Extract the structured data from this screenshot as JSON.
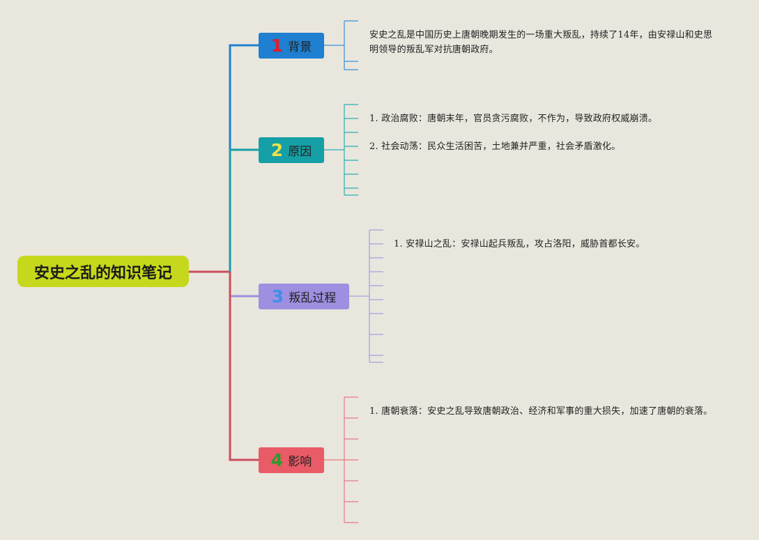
{
  "root": {
    "title": "安史之乱的知识笔记"
  },
  "branches": [
    {
      "num": "1",
      "label": "背景",
      "notes": [
        "安史之乱是中国历史上唐朝晚期发生的一场重大叛乱，持续了14年，由安禄山和史思明领导的叛乱军对抗唐朝政府。"
      ]
    },
    {
      "num": "2",
      "label": "原因",
      "notes": [
        "1. 政治腐败：唐朝末年，官员贪污腐败，不作为，导致政府权威崩溃。",
        "2. 社会动荡：民众生活困苦，土地兼并严重，社会矛盾激化。"
      ]
    },
    {
      "num": "3",
      "label": "叛乱过程",
      "notes": [
        "1. 安禄山之乱：安禄山起兵叛乱，攻占洛阳，威胁首都长安。"
      ]
    },
    {
      "num": "4",
      "label": "影响",
      "notes": [
        "1. 唐朝衰落：安史之乱导致唐朝政治、经济和军事的重大损失，加速了唐朝的衰落。"
      ]
    }
  ],
  "colors": {
    "background": "#e9e6dd",
    "root": "#c5d81b",
    "branch1": "#1f7fd0",
    "branch2": "#159fa6",
    "branch3": "#9e8fe0",
    "branch4": "#e95b66"
  }
}
